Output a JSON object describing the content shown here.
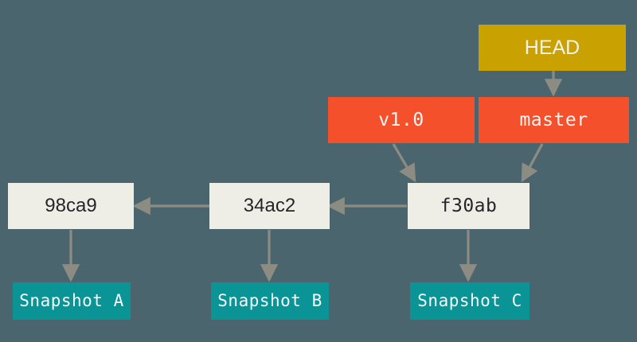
{
  "diagram": {
    "title": "git-branches-and-commits",
    "background_color": "#4a656e",
    "arrow_color": "#8c8c82"
  },
  "palette": {
    "head": "#c9a100",
    "ref": "#f4502b",
    "commit": "#efeee6",
    "snapshot": "#0b9496",
    "arrow": "#8c8c82",
    "commit_text": "#24262a",
    "light_text": "#f4f2ec"
  },
  "nodes": {
    "head": {
      "label": "HEAD",
      "kind": "pointer"
    },
    "tag": {
      "label": "v1.0",
      "kind": "tag"
    },
    "branch": {
      "label": "master",
      "kind": "branch"
    },
    "commit_a": {
      "label": "98ca9",
      "kind": "commit"
    },
    "commit_b": {
      "label": "34ac2",
      "kind": "commit"
    },
    "commit_c": {
      "label": "f30ab",
      "kind": "commit"
    },
    "snapshot_a": {
      "label": "Snapshot A",
      "kind": "snapshot"
    },
    "snapshot_b": {
      "label": "Snapshot B",
      "kind": "snapshot"
    },
    "snapshot_c": {
      "label": "Snapshot C",
      "kind": "snapshot"
    }
  },
  "edges": [
    {
      "from": "head",
      "to": "branch",
      "direction": "down"
    },
    {
      "from": "tag",
      "to": "commit_c",
      "direction": "down-right"
    },
    {
      "from": "branch",
      "to": "commit_c",
      "direction": "down-left"
    },
    {
      "from": "commit_c",
      "to": "commit_b",
      "direction": "left"
    },
    {
      "from": "commit_b",
      "to": "commit_a",
      "direction": "left"
    },
    {
      "from": "commit_a",
      "to": "snapshot_a",
      "direction": "down"
    },
    {
      "from": "commit_b",
      "to": "snapshot_b",
      "direction": "down"
    },
    {
      "from": "commit_c",
      "to": "snapshot_c",
      "direction": "down"
    }
  ]
}
